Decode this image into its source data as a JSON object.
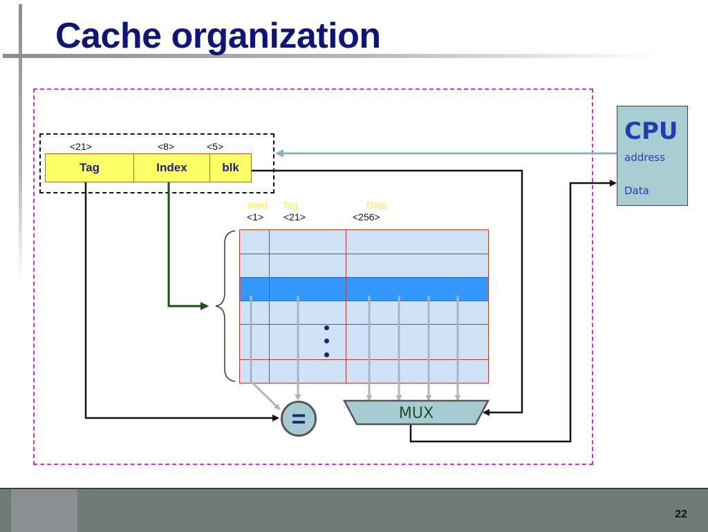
{
  "slide": {
    "title": "Cache organization",
    "page_number": "22"
  },
  "address": {
    "fields": [
      {
        "label": "Tag",
        "bits": "<21>"
      },
      {
        "label": "Index",
        "bits": "<8>"
      },
      {
        "label": "blk",
        "bits": "<5>"
      }
    ]
  },
  "cache": {
    "columns": [
      {
        "label": "Valid",
        "bits": "<1>"
      },
      {
        "label": "Tag",
        "bits": "<21>"
      },
      {
        "label": "Data",
        "bits": "<256>"
      }
    ],
    "rows": 6,
    "highlighted_row": 3
  },
  "cpu": {
    "title": "CPU",
    "address_label": "address",
    "data_label": "Data"
  },
  "comparator": {
    "symbol": "="
  },
  "mux": {
    "label": "MUX"
  },
  "colors": {
    "title": "#0f1477",
    "field_fill": "#ffff66",
    "cache_cell": "#cfe3f8",
    "cache_highlight": "#3399ff",
    "outer_border": "#cc33cc",
    "cpu_fill": "#a9ccd2",
    "index_wire": "#1f4d1a",
    "address_arrow": "#8fb0bd"
  }
}
